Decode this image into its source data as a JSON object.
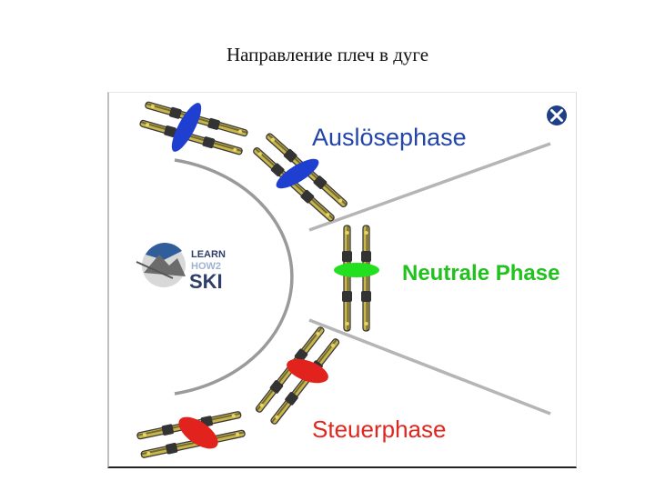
{
  "slide": {
    "title": "Направление плеч в дуге"
  },
  "diagram": {
    "phases": {
      "release": {
        "label": "Auslösephase",
        "color": "#2345a8",
        "shoulder_color": "#1f3fd0"
      },
      "neutral": {
        "label": "Neutrale Phase",
        "color": "#21c21e",
        "shoulder_color": "#22e01f"
      },
      "steering": {
        "label": "Steuerphase",
        "color": "#e0261f",
        "shoulder_color": "#e2231d"
      }
    },
    "logo": {
      "line1": "LEARN",
      "line2": "HOW2",
      "line3": "SKI"
    },
    "close_icon": "close-icon"
  }
}
